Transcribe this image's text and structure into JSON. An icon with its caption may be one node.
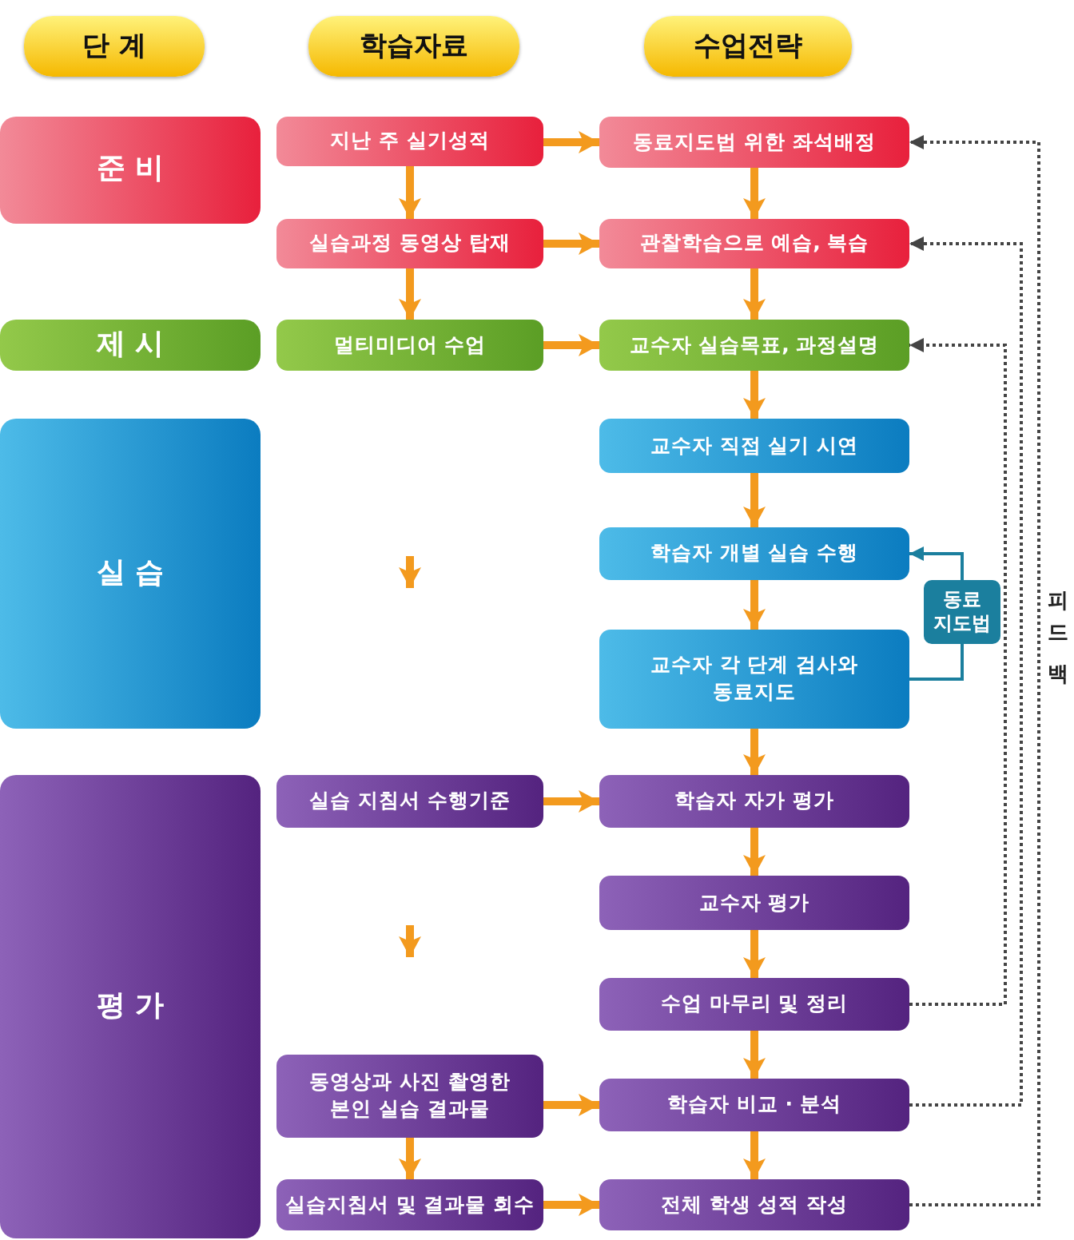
{
  "diagram": {
    "nodes": [
      {
        "text": [
          "단 계"
        ]
      },
      {
        "text": [
          "학습자료"
        ]
      },
      {
        "text": [
          "수업전략"
        ]
      },
      {
        "text": [
          "준 비"
        ]
      },
      {
        "text": [
          "제 시"
        ]
      },
      {
        "text": [
          "실 습"
        ]
      },
      {
        "text": [
          "평 가"
        ]
      },
      {
        "text": [
          "지난 주 실기성적"
        ]
      },
      {
        "text": [
          "실습과정 동영상 탑재"
        ]
      },
      {
        "text": [
          "멀티미디어 수업"
        ]
      },
      {
        "text": [
          "실습 지침서 수행기준"
        ]
      },
      {
        "text": [
          "동영상과 사진 촬영한 본인 실습 결과물"
        ]
      },
      {
        "text": [
          "실습지침서 및 결과물 회수"
        ]
      },
      {
        "text": [
          "동료지도법 위한 좌석배정"
        ]
      },
      {
        "text": [
          "관찰학습으로 예습, 복습"
        ]
      },
      {
        "text": [
          "교수자 실습목표, 과정설명"
        ]
      },
      {
        "text": [
          "교수자 직접 실기 시연"
        ]
      },
      {
        "text": [
          "학습자 개별 실습 수행"
        ]
      },
      {
        "text": [
          "교수자 각 단계 검사와 동료지도"
        ]
      },
      {
        "text": [
          "학습자 자가 평가"
        ]
      },
      {
        "text": [
          "교수자 평가"
        ]
      },
      {
        "text": [
          "수업 마무리 및 정리"
        ]
      },
      {
        "text": [
          "학습자 비교 · 분석"
        ]
      },
      {
        "text": [
          "전체 학생 성적 작성"
        ]
      }
    ],
    "edges": [
      {
        "from": 7,
        "to": 13,
        "arrow": "to"
      },
      {
        "from": 8,
        "to": 14,
        "arrow": "to"
      },
      {
        "from": 9,
        "to": 15,
        "arrow": "to"
      },
      {
        "from": 10,
        "to": 19,
        "arrow": "to"
      },
      {
        "from": 11,
        "to": 22,
        "arrow": "to"
      },
      {
        "from": 12,
        "to": 23,
        "arrow": "to"
      },
      {
        "from": 7,
        "to": 8,
        "arrow": "to"
      },
      {
        "from": 8,
        "to": 9,
        "arrow": "to"
      },
      {
        "from": 11,
        "to": 12,
        "arrow": "to"
      },
      {
        "from": 13,
        "to": 14,
        "arrow": "to"
      },
      {
        "from": 14,
        "to": 15,
        "arrow": "to"
      },
      {
        "from": 15,
        "to": 16,
        "arrow": "to"
      },
      {
        "from": 16,
        "to": 17,
        "arrow": "to"
      },
      {
        "from": 17,
        "to": 18,
        "arrow": "to"
      },
      {
        "from": 18,
        "to": 19,
        "arrow": "to"
      },
      {
        "from": 19,
        "to": 20,
        "arrow": "to"
      },
      {
        "from": 20,
        "to": 21,
        "arrow": "to"
      },
      {
        "from": 21,
        "to": 22,
        "arrow": "to"
      },
      {
        "from": 22,
        "to": 23,
        "arrow": "to"
      },
      {
        "from": 18,
        "to": 17,
        "arrow": "to",
        "label": "동료 지도법",
        "color": "#1b7f9e"
      },
      {
        "from": 21,
        "to": 15,
        "arrow": "to",
        "style": "dashed",
        "color": "#444444"
      },
      {
        "from": 22,
        "to": 14,
        "arrow": "to",
        "style": "dashed",
        "color": "#444444"
      },
      {
        "from": 23,
        "to": 13,
        "arrow": "to",
        "style": "dashed",
        "color": "#444444"
      }
    ],
    "labels": [
      "피드백"
    ]
  }
}
